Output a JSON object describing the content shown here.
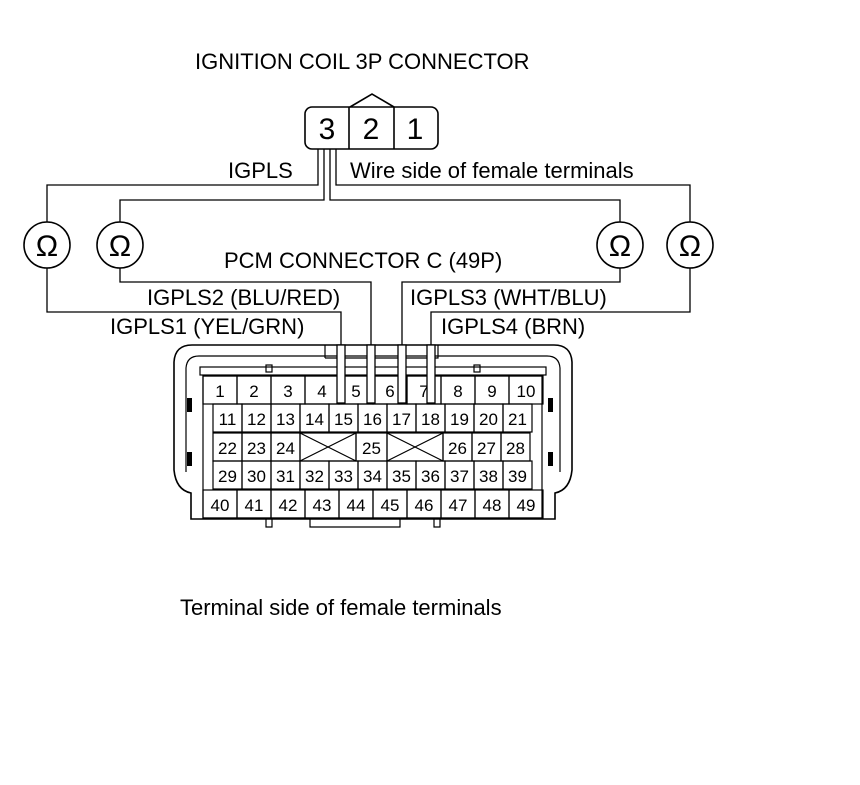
{
  "labels": {
    "coil_title": "IGNITION COIL 3P CONNECTOR",
    "igpls": "IGPLS",
    "wire_side": "Wire side of female terminals",
    "pcm_title": "PCM CONNECTOR C (49P)",
    "igpls2": "IGPLS2 (BLU/RED)",
    "igpls3": "IGPLS3 (WHT/BLU)",
    "igpls1": "IGPLS1 (YEL/GRN)",
    "igpls4": "IGPLS4 (BRN)",
    "terminal_side": "Terminal side of female terminals"
  },
  "coil_pins": [
    "3",
    "2",
    "1"
  ],
  "ohm_symbol": "Ω",
  "pcm_rows": [
    [
      "1",
      "2",
      "3",
      "4",
      "5",
      "6",
      "7",
      "8",
      "9",
      "10"
    ],
    [
      "11",
      "12",
      "13",
      "14",
      "15",
      "16",
      "17",
      "18",
      "19",
      "20",
      "21"
    ],
    [
      "22",
      "23",
      "24",
      "",
      "25",
      "",
      "26",
      "27",
      "28"
    ],
    [
      "29",
      "30",
      "31",
      "32",
      "33",
      "34",
      "35",
      "36",
      "37",
      "38",
      "39"
    ],
    [
      "40",
      "41",
      "42",
      "43",
      "44",
      "45",
      "46",
      "47",
      "48",
      "49"
    ]
  ]
}
